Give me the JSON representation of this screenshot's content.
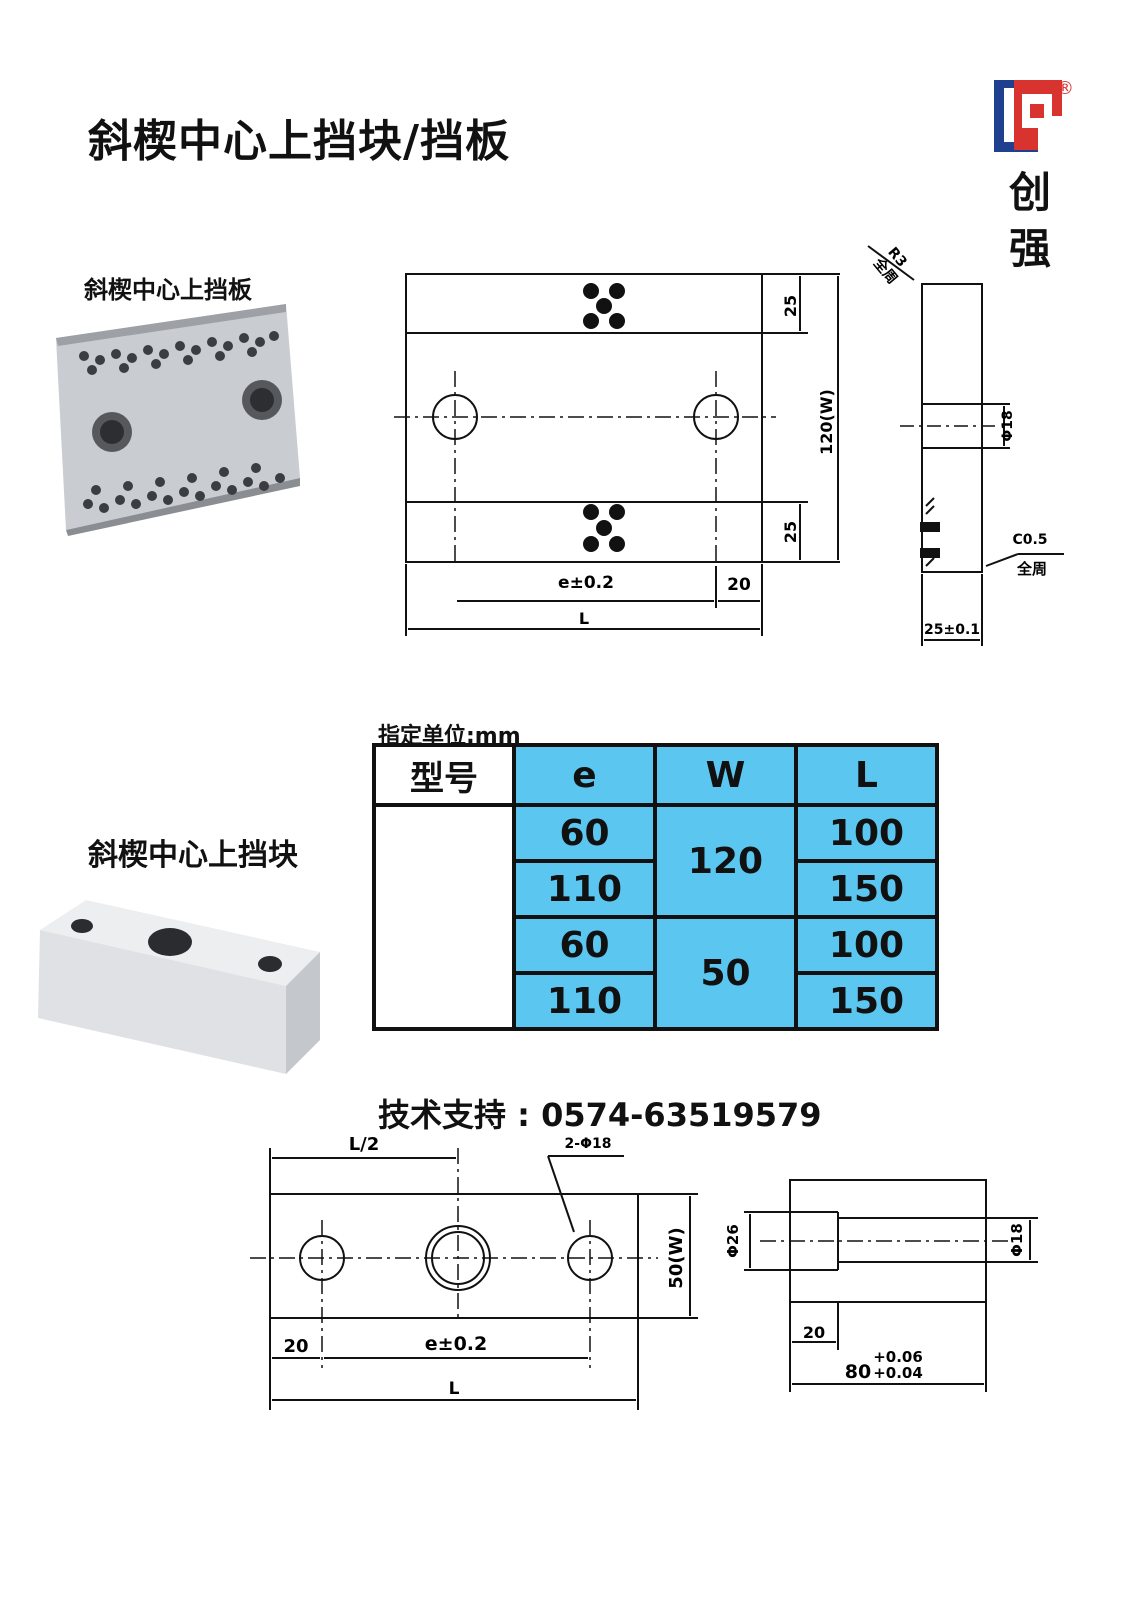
{
  "title": "斜楔中心上挡块/挡板",
  "brand": {
    "name_line1": "创",
    "name_line2": "强",
    "registered": "®"
  },
  "plate": {
    "label": "斜楔中心上挡板",
    "dims": {
      "top_band": "25",
      "bottom_band": "25",
      "height": "120(W)",
      "e": "e±0.2",
      "edge": "20",
      "length": "L",
      "radius": "R3",
      "radius_note": "全周",
      "hole": "Φ18",
      "chamfer": "C0.5",
      "chamfer_note": "全周",
      "thickness": "25±0.1"
    }
  },
  "block": {
    "label": "斜楔中心上挡块",
    "dims": {
      "half": "L/2",
      "holes": "2-Φ18",
      "height": "50(W)",
      "edge": "20",
      "e": "e±0.2",
      "length": "L",
      "counterbore": "Φ26",
      "hole": "Φ18",
      "cb_depth": "20",
      "depth": "80",
      "tol_upper": "+0.06",
      "tol_lower": "+0.04"
    }
  },
  "table": {
    "unit": "指定单位:mm",
    "headers": [
      "型号",
      "e",
      "W",
      "L"
    ],
    "rows": [
      {
        "e": "60",
        "L": "100"
      },
      {
        "e": "110",
        "L": "150"
      },
      {
        "e": "60",
        "L": "100"
      },
      {
        "e": "110",
        "L": "150"
      }
    ],
    "w_groups": [
      "120",
      "50"
    ]
  },
  "support": "技术支持 : 0574-63519579",
  "colors": {
    "table_fill": "#5bc6ef",
    "logo_blue": "#1f3f8f",
    "logo_red": "#d8332f"
  }
}
